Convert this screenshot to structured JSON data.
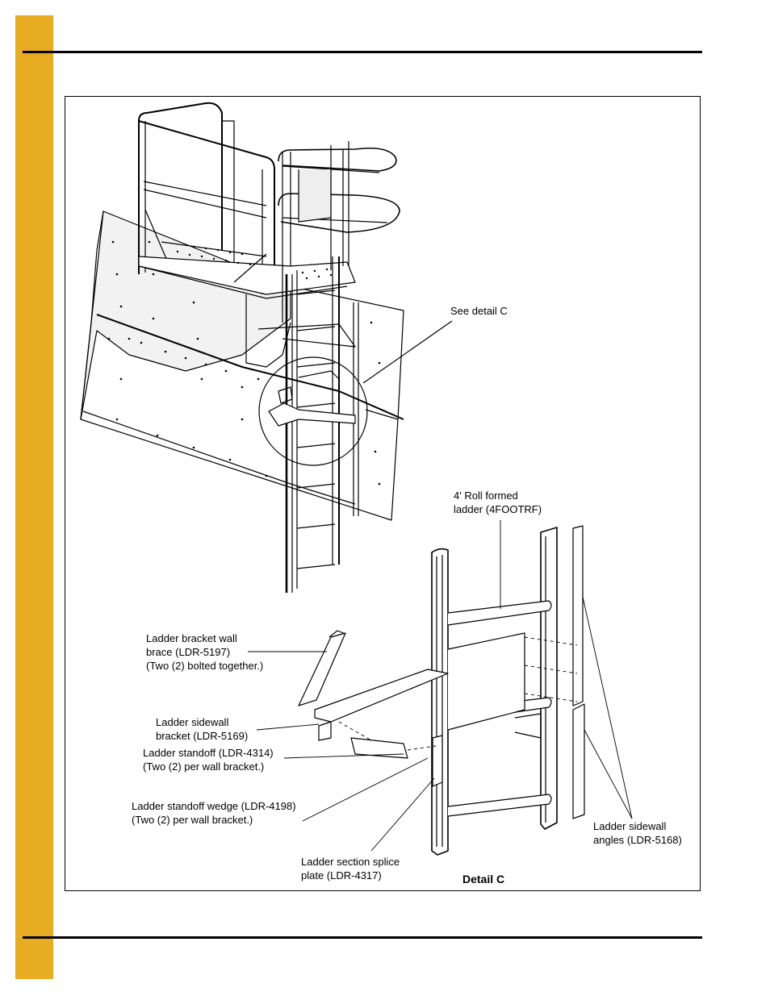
{
  "labels": {
    "see_detail": "See detail C",
    "roll_formed_1": "4' Roll formed",
    "roll_formed_2": "ladder (4FOOTRF)",
    "wall_brace_1": "Ladder bracket wall",
    "wall_brace_2": "brace (LDR-5197)",
    "wall_brace_3": "(Two (2) bolted together.)",
    "sidewall_bracket_1": "Ladder sidewall",
    "sidewall_bracket_2": "bracket (LDR-5169)",
    "standoff_1": "Ladder standoff (LDR-4314)",
    "standoff_2": "(Two (2) per wall bracket.)",
    "wedge_1": "Ladder standoff wedge (LDR-4198)",
    "wedge_2": "(Two (2) per wall bracket.)",
    "sidewall_angles_1": "Ladder sidewall",
    "sidewall_angles_2": "angles (LDR-5168)",
    "splice_1": "Ladder section splice",
    "splice_2": "plate (LDR-4317)",
    "detail_title": "Detail C"
  },
  "colors": {
    "accent_tab": "#e8ac22",
    "line": "#000000"
  }
}
